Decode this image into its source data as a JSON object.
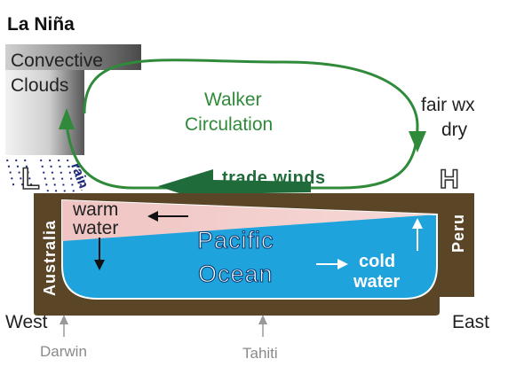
{
  "title": "La Niña",
  "convective_clouds": [
    "Convective",
    "Clouds"
  ],
  "walker_circulation": [
    "Walker",
    "Circulation"
  ],
  "fair_wx": [
    "fair wx",
    "dry"
  ],
  "trade_winds": "trade winds",
  "rain": "rain",
  "low_symbol": "L",
  "high_symbol": "H",
  "warm_water": [
    "warm",
    "water"
  ],
  "pacific_ocean": [
    "Pacific",
    "Ocean"
  ],
  "cold_water": [
    "cold",
    "water"
  ],
  "australia": "Australia",
  "peru": "Peru",
  "west": "West",
  "east": "East",
  "darwin": "Darwin",
  "tahiti": "Tahiti",
  "colors": {
    "land": "#5a4526",
    "ocean": "#1ea3dd",
    "warm_layer": "#f2c8c6",
    "cloud_light": "#eaeaea",
    "cloud_dark": "#555555",
    "circulation": "#2f8a3a",
    "trade_arrow": "#1f6b3a",
    "rain": "#1f2b7a"
  }
}
